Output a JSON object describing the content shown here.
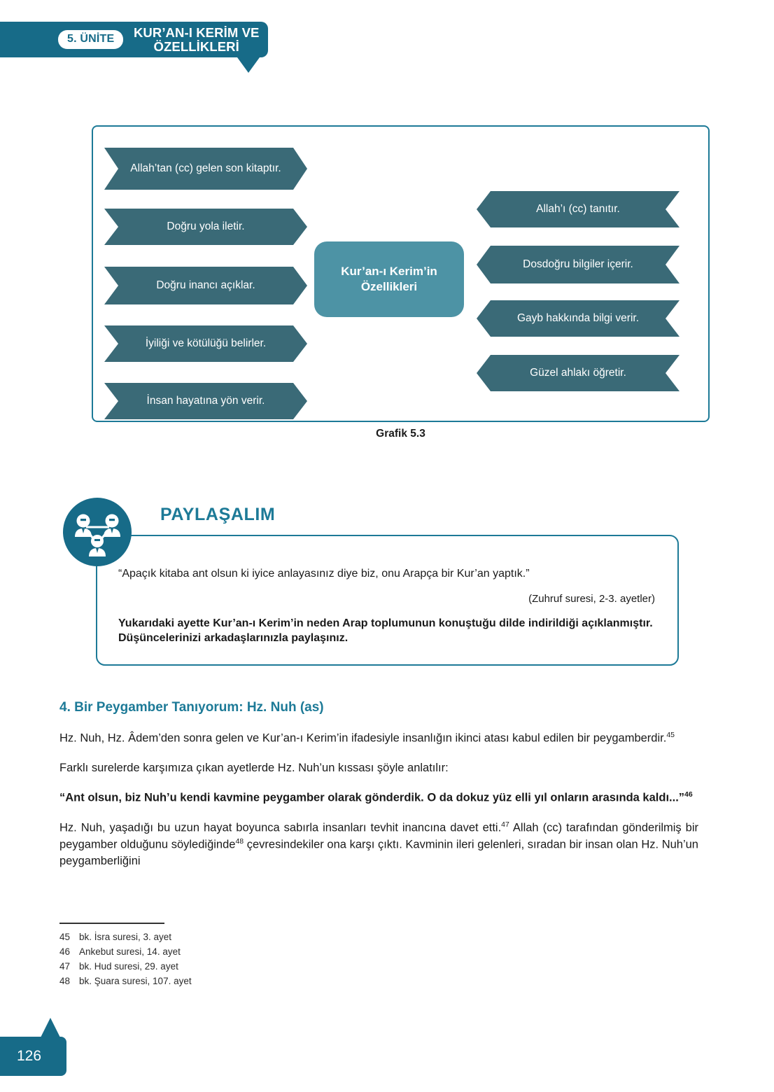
{
  "header": {
    "unit_label": "5. ÜNİTE",
    "unit_title": "KUR’AN-I KERİM VE ÖZELLİKLERİ"
  },
  "colors": {
    "brand_teal": "#176b88",
    "border_teal": "#1d7a97",
    "arrow_fill": "#3a6a77",
    "center_fill": "#4d93a5"
  },
  "chart_data": {
    "type": "diagram",
    "title": "Kur’an-ı Kerim’in Özellikleri",
    "caption": "Grafik 5.3",
    "center_label": "Kur’an-ı Kerim’in Özellikleri",
    "left_branches": [
      "Allah’tan (cc) gelen son kitaptır.",
      "Doğru yola iletir.",
      "Doğru inancı açıklar.",
      "İyiliği ve kötülüğü belirler.",
      "İnsan hayatına yön verir."
    ],
    "right_branches": [
      "Allah’ı (cc) tanıtır.",
      "Dosdoğru bilgiler içerir.",
      "Gayb hakkında bilgi verir.",
      "Güzel ahlakı öğretir."
    ]
  },
  "share": {
    "icon": "three-people-icon",
    "title": "PAYLAŞALIM",
    "quote": "“Apaçık kitaba ant olsun ki iyice anlayasınız diye biz, onu Arapça bir Kur’an yaptık.”",
    "source": "(Zuhruf suresi, 2-3. ayetler)",
    "task": "Yukarıdaki ayette Kur’an-ı Kerim’in neden Arap toplumunun konuştuğu dilde indirildiği açıklanmıştır. Düşüncelerinizi arkadaşlarınızla paylaşınız."
  },
  "body": {
    "heading": "4. Bir Peygamber Tanıyorum: Hz. Nuh (as)",
    "p1_text": "Hz. Nuh, Hz. Âdem’den sonra gelen ve Kur’an-ı Kerim’in ifadesiyle insanlığın ikinci atası kabul edilen bir peygamberdir.",
    "p1_sup": "45",
    "p2_text": "Farklı surelerde karşımıza çıkan ayetlerde Hz. Nuh’un kıssası şöyle anlatılır:",
    "p3_text": "“Ant olsun, biz Nuh’u kendi kavmine peygamber olarak gönderdik. O da dokuz yüz elli yıl onların arasında kaldı...”",
    "p3_sup": "46",
    "p4_a": "Hz. Nuh, yaşadığı bu uzun hayat boyunca sabırla insanları tevhit inancına davet etti.",
    "p4_sup1": "47",
    "p4_b": " Allah (cc) tarafından gönderilmiş bir peygamber olduğunu söylediğinde",
    "p4_sup2": "48",
    "p4_c": " çevresindekiler ona karşı çıktı. Kavminin ileri gelenleri, sıradan bir insan olan Hz. Nuh’un peygamberliğini"
  },
  "footnotes": [
    {
      "num": "45",
      "text": "bk. İsra suresi, 3. ayet"
    },
    {
      "num": "46",
      "text": "Ankebut suresi, 14. ayet"
    },
    {
      "num": "47",
      "text": "bk. Hud suresi, 29. ayet"
    },
    {
      "num": "48",
      "text": "bk. Şuara suresi, 107. ayet"
    }
  ],
  "footer": {
    "page_number": "126"
  }
}
